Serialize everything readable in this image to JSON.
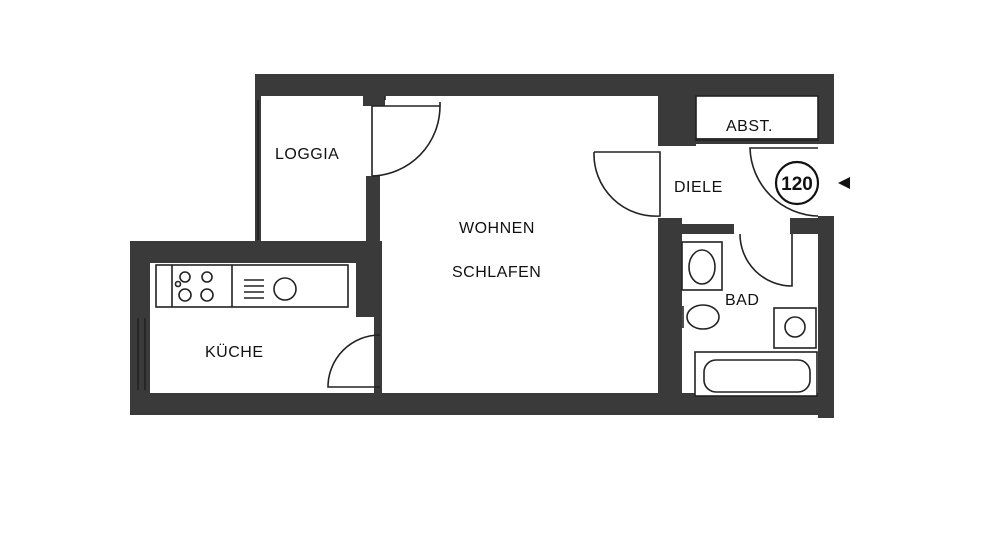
{
  "rooms": {
    "loggia": "LOGGIA",
    "wohnen": "WOHNEN",
    "schlafen": "SCHLAFEN",
    "kueche": "KÜCHE",
    "diele": "DIELE",
    "abst": "ABST.",
    "bad": "BAD"
  },
  "apartment_number": "120",
  "entrance_icon": "entrance-arrow-icon"
}
